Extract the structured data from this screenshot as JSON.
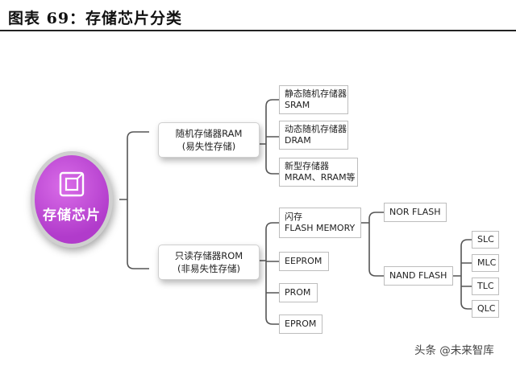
{
  "title": "图表 69：存储芯片分类",
  "center": {
    "label": "存储芯片",
    "icon": "chip-icon"
  },
  "ram": {
    "line1": "随机存储器RAM",
    "line2": "(易失性存储)",
    "children": [
      {
        "line1": "静态随机存储器",
        "line2": "SRAM"
      },
      {
        "line1": "动态随机存储器",
        "line2": "DRAM"
      },
      {
        "line1": "新型存储器",
        "line2": "MRAM、RRAM等"
      }
    ]
  },
  "rom": {
    "line1": "只读存储器ROM",
    "line2": "(非易失性存储)",
    "flash": {
      "line1": "闪存",
      "line2": "FLASH MEMORY"
    },
    "eeprom": "EEPROM",
    "prom": "PROM",
    "eprom": "EPROM",
    "nor": "NOR FLASH",
    "nand": "NAND FLASH",
    "nand_types": [
      "SLC",
      "MLC",
      "TLC",
      "QLC"
    ]
  },
  "watermark": "头条 @未来智库"
}
